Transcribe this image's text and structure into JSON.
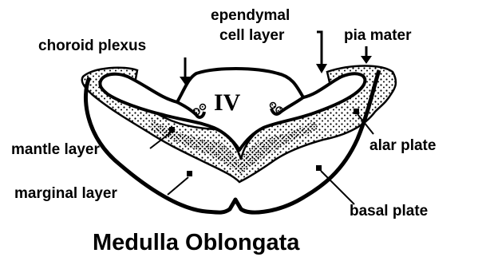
{
  "diagram": {
    "title": "Medulla Oblongata",
    "ventricle_label": "IV",
    "labels": {
      "choroid_plexus": "choroid plexus",
      "ependymal_line1": "ependymal",
      "ependymal_line2": "cell layer",
      "pia_mater": "pia mater",
      "mantle_layer": "mantle layer",
      "alar_plate": "alar plate",
      "marginal_layer": "marginal layer",
      "basal_plate": "basal plate"
    },
    "colors": {
      "ink": "#000000",
      "background": "#ffffff"
    }
  }
}
